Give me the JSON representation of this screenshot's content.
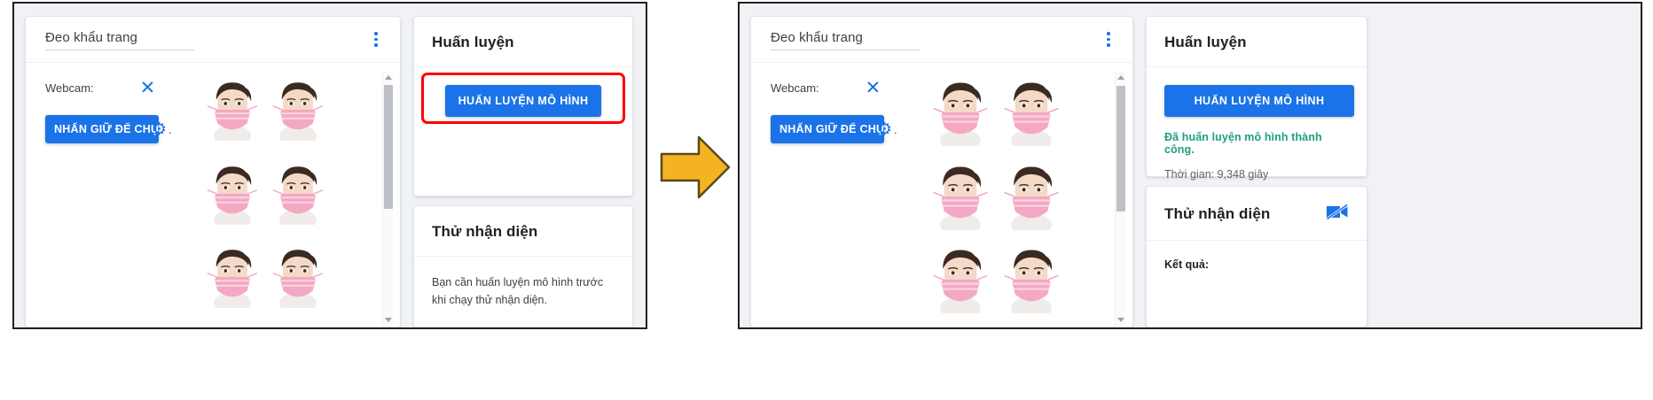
{
  "figure": {
    "caption": "",
    "arrow_icon": "right-arrow-icon"
  },
  "colors": {
    "accent_blue": "#1a73e8",
    "success_green": "#1f9e82",
    "highlight_red": "#ff0000",
    "arrow_fill": "#f5b324",
    "arrow_stroke": "#5b4a17",
    "page_bg": "#f0f2f5",
    "frame_border": "#231f20"
  },
  "before": {
    "class_card": {
      "title": "Đeo khẩu trang",
      "kebab_icon": "more-vert-icon",
      "webcam_label": "Webcam:",
      "close_icon": "close-x-icon",
      "hold_button": "NHẤN GIỮ ĐỂ CHỤP",
      "gear_icon": "gear-icon",
      "gear_dot": ".",
      "sample_count": 6,
      "scroll_up_icon": "scroll-arrow-up-icon",
      "scroll_down_icon": "scroll-arrow-down-icon"
    },
    "training": {
      "heading": "Huấn luyện",
      "train_button": "HUẤN LUYỆN MÔ HÌNH",
      "highlighted": true,
      "status": "",
      "time": ""
    },
    "preview": {
      "heading": "Thử nhận diện",
      "note": "Bạn cần huấn luyện mô hình trước khi chạy thử nhận diện."
    }
  },
  "after": {
    "class_card": {
      "title": "Đeo khẩu trang",
      "kebab_icon": "more-vert-icon",
      "webcam_label": "Webcam:",
      "close_icon": "close-x-icon",
      "hold_button": "NHẤN GIỮ ĐỂ CHỤP",
      "gear_icon": "gear-icon",
      "gear_dot": ".",
      "sample_count": 6,
      "scroll_up_icon": "scroll-arrow-up-icon",
      "scroll_down_icon": "scroll-arrow-down-icon"
    },
    "training": {
      "heading": "Huấn luyện",
      "train_button": "HUẤN LUYỆN MÔ HÌNH",
      "highlighted": false,
      "status": "Đã huấn luyện mô hình thành công.",
      "time": "Thời gian: 9,348 giây"
    },
    "preview": {
      "heading": "Thử nhận diện",
      "video_off_icon": "video-off-icon",
      "result_label": "Kết quả:"
    }
  }
}
